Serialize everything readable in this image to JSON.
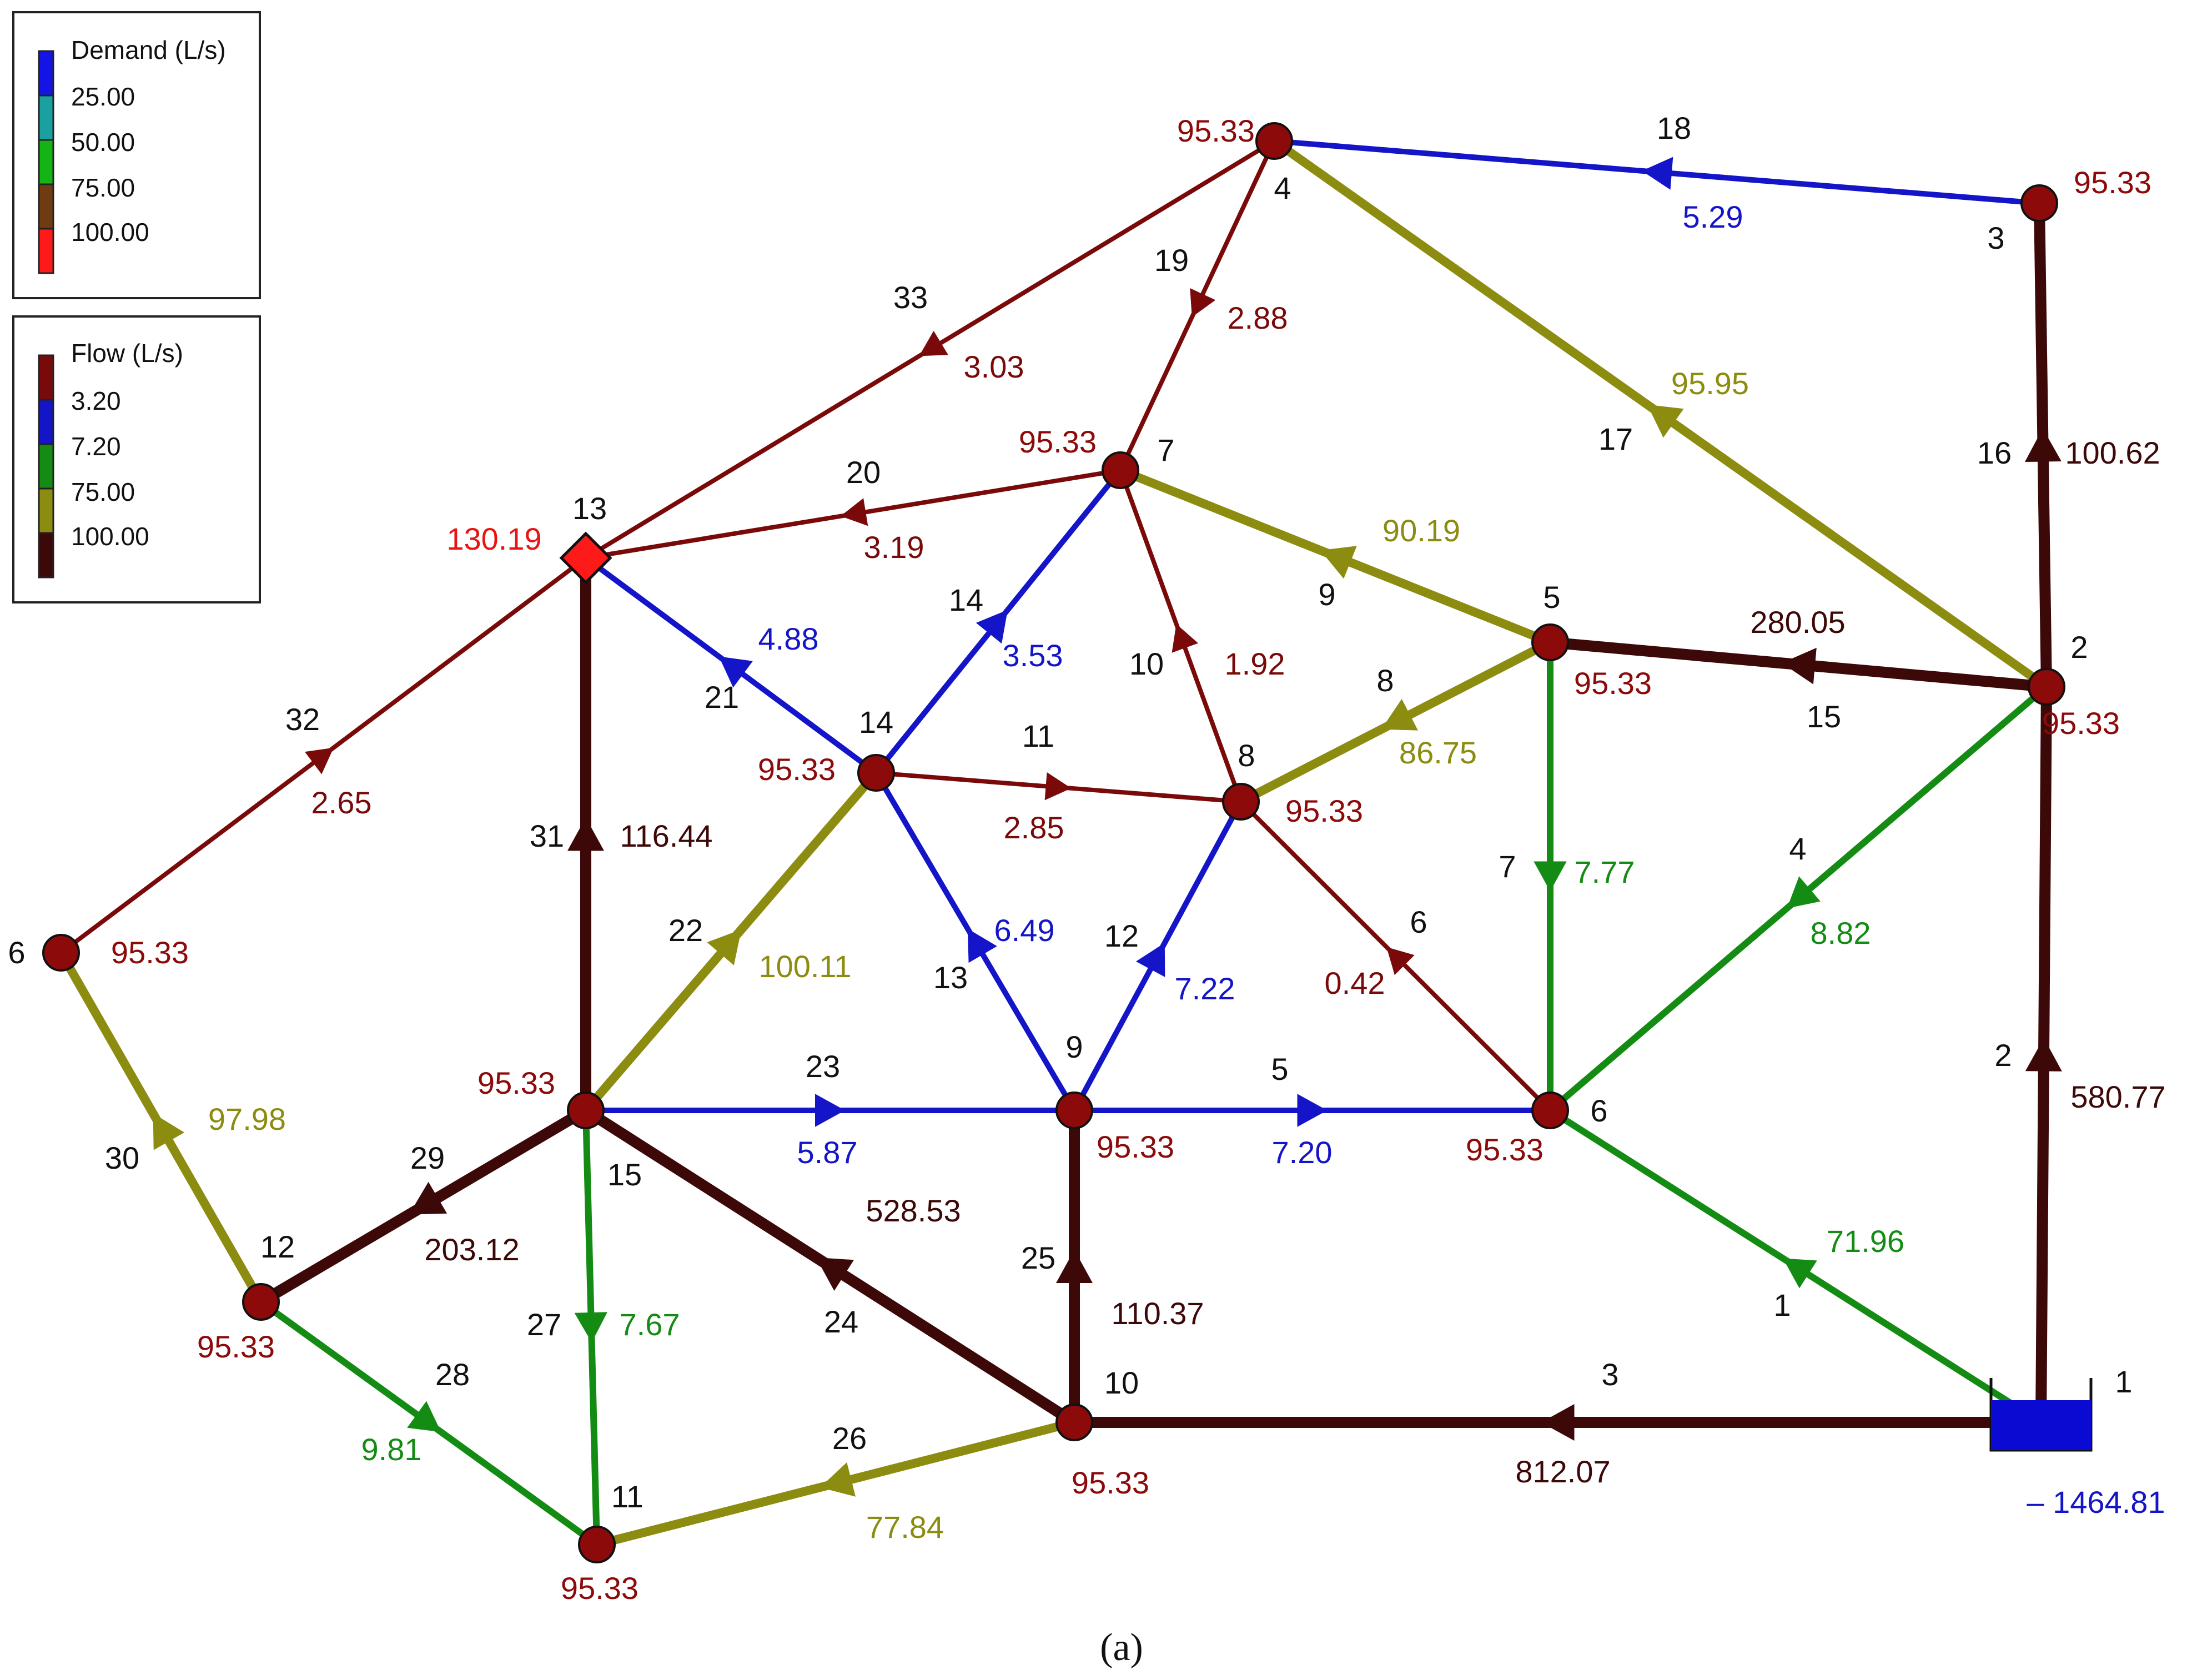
{
  "legend_demand": {
    "title": "Demand (L/s)",
    "ticks": [
      "25.00",
      "50.00",
      "75.00",
      "100.00"
    ],
    "bands": [
      "#1414e6",
      "#1aa0a0",
      "#14b414",
      "#6e3c10",
      "#ff1a1a"
    ]
  },
  "legend_flow": {
    "title": "Flow (L/s)",
    "ticks": [
      "3.20",
      "7.20",
      "75.00",
      "100.00"
    ],
    "bands": [
      "#7a0a0a",
      "#1414c8",
      "#148c14",
      "#8c8c10",
      "#3c0808"
    ]
  },
  "colors": {
    "dark_red": "#7a0a0a",
    "blue": "#1414c8",
    "green": "#148c14",
    "olive": "#8c8c10",
    "maroon": "#3c0808",
    "junction": "#8c0a0a",
    "tank": "#ff1a1a",
    "reservoir": "#0a0ad2",
    "tank_label": "#e81414",
    "reservoir_label": "#1414c8"
  },
  "nodes": [
    {
      "key": "R1",
      "id": "1",
      "demand": "– 1464.81",
      "type": "reservoir"
    },
    {
      "key": "N2",
      "id": "2",
      "demand": "95.33",
      "type": "junction"
    },
    {
      "key": "N3",
      "id": "3",
      "demand": "95.33",
      "type": "junction"
    },
    {
      "key": "N4",
      "id": "4",
      "demand": "95.33",
      "type": "junction"
    },
    {
      "key": "N5",
      "id": "5",
      "demand": "95.33",
      "type": "junction"
    },
    {
      "key": "N6",
      "id": "6",
      "demand": "95.33",
      "type": "junction"
    },
    {
      "key": "N7",
      "id": "7",
      "demand": "95.33",
      "type": "junction"
    },
    {
      "key": "N8",
      "id": "8",
      "demand": "95.33",
      "type": "junction"
    },
    {
      "key": "N9",
      "id": "9",
      "demand": "95.33",
      "type": "junction"
    },
    {
      "key": "N10",
      "id": "10",
      "demand": "95.33",
      "type": "junction"
    },
    {
      "key": "N11",
      "id": "11",
      "demand": "95.33",
      "type": "junction"
    },
    {
      "key": "N12",
      "id": "12",
      "demand": "95.33",
      "type": "junction"
    },
    {
      "key": "N13",
      "id": "13",
      "demand": "130.19",
      "type": "tank"
    },
    {
      "key": "N14",
      "id": "14",
      "demand": "95.33",
      "type": "junction"
    },
    {
      "key": "N15",
      "id": "15",
      "demand": "95.33",
      "type": "junction"
    },
    {
      "key": "N6L",
      "id": "6",
      "demand": "95.33",
      "type": "junction"
    }
  ],
  "pipes": [
    {
      "id": "1",
      "from": "R1",
      "to": "N6",
      "flow": "71.96",
      "color": "green"
    },
    {
      "id": "2",
      "from": "R1",
      "to": "N2",
      "flow": "580.77",
      "color": "maroon"
    },
    {
      "id": "3",
      "from": "R1",
      "to": "N10",
      "flow": "812.07",
      "color": "maroon"
    },
    {
      "id": "4",
      "from": "N2",
      "to": "N6",
      "flow": "8.82",
      "color": "green"
    },
    {
      "id": "5",
      "from": "N9",
      "to": "N6",
      "flow": "7.20",
      "color": "blue"
    },
    {
      "id": "6",
      "from": "N6",
      "to": "N8",
      "flow": "0.42",
      "color": "dark_red"
    },
    {
      "id": "7",
      "from": "N5",
      "to": "N6",
      "flow": "7.77",
      "color": "green"
    },
    {
      "id": "8",
      "from": "N5",
      "to": "N8",
      "flow": "86.75",
      "color": "olive"
    },
    {
      "id": "9",
      "from": "N5",
      "to": "N7",
      "flow": "90.19",
      "color": "olive"
    },
    {
      "id": "10",
      "from": "N8",
      "to": "N7",
      "flow": "1.92",
      "color": "dark_red"
    },
    {
      "id": "11",
      "from": "N14",
      "to": "N8",
      "flow": "2.85",
      "color": "dark_red"
    },
    {
      "id": "12",
      "from": "N9",
      "to": "N8",
      "flow": "7.22",
      "color": "blue"
    },
    {
      "id": "13",
      "from": "N9",
      "to": "N14",
      "flow": "6.49",
      "color": "blue"
    },
    {
      "id": "14",
      "from": "N14",
      "to": "N7",
      "flow": "3.53",
      "color": "blue"
    },
    {
      "id": "15",
      "from": "N2",
      "to": "N5",
      "flow": "280.05",
      "color": "maroon"
    },
    {
      "id": "16",
      "from": "N2",
      "to": "N3",
      "flow": "100.62",
      "color": "maroon"
    },
    {
      "id": "17",
      "from": "N2",
      "to": "N4",
      "flow": "95.95",
      "color": "olive"
    },
    {
      "id": "18",
      "from": "N3",
      "to": "N4",
      "flow": "5.29",
      "color": "blue"
    },
    {
      "id": "19",
      "from": "N4",
      "to": "N7",
      "flow": "2.88",
      "color": "dark_red"
    },
    {
      "id": "20",
      "from": "N7",
      "to": "N13",
      "flow": "3.19",
      "color": "dark_red"
    },
    {
      "id": "21",
      "from": "N14",
      "to": "N13",
      "flow": "4.88",
      "color": "blue"
    },
    {
      "id": "22",
      "from": "N15",
      "to": "N14",
      "flow": "100.11",
      "color": "olive"
    },
    {
      "id": "23",
      "from": "N15",
      "to": "N9",
      "flow": "5.87",
      "color": "blue"
    },
    {
      "id": "24",
      "from": "N10",
      "to": "N15",
      "flow": "528.53",
      "color": "maroon"
    },
    {
      "id": "25",
      "from": "N10",
      "to": "N9",
      "flow": "110.37",
      "color": "maroon"
    },
    {
      "id": "26",
      "from": "N10",
      "to": "N11",
      "flow": "77.84",
      "color": "olive"
    },
    {
      "id": "27",
      "from": "N15",
      "to": "N11",
      "flow": "7.67",
      "color": "green"
    },
    {
      "id": "28",
      "from": "N12",
      "to": "N11",
      "flow": "9.81",
      "color": "green"
    },
    {
      "id": "29",
      "from": "N15",
      "to": "N12",
      "flow": "203.12",
      "color": "maroon"
    },
    {
      "id": "30",
      "from": "N12",
      "to": "N6L",
      "flow": "97.98",
      "color": "olive"
    },
    {
      "id": "31",
      "from": "N15",
      "to": "N13",
      "flow": "116.44",
      "color": "maroon"
    },
    {
      "id": "32",
      "from": "N6L",
      "to": "N13",
      "flow": "2.65",
      "color": "dark_red"
    },
    {
      "id": "33",
      "from": "N4",
      "to": "N13",
      "flow": "3.03",
      "color": "dark_red"
    }
  ],
  "caption": "(a)"
}
